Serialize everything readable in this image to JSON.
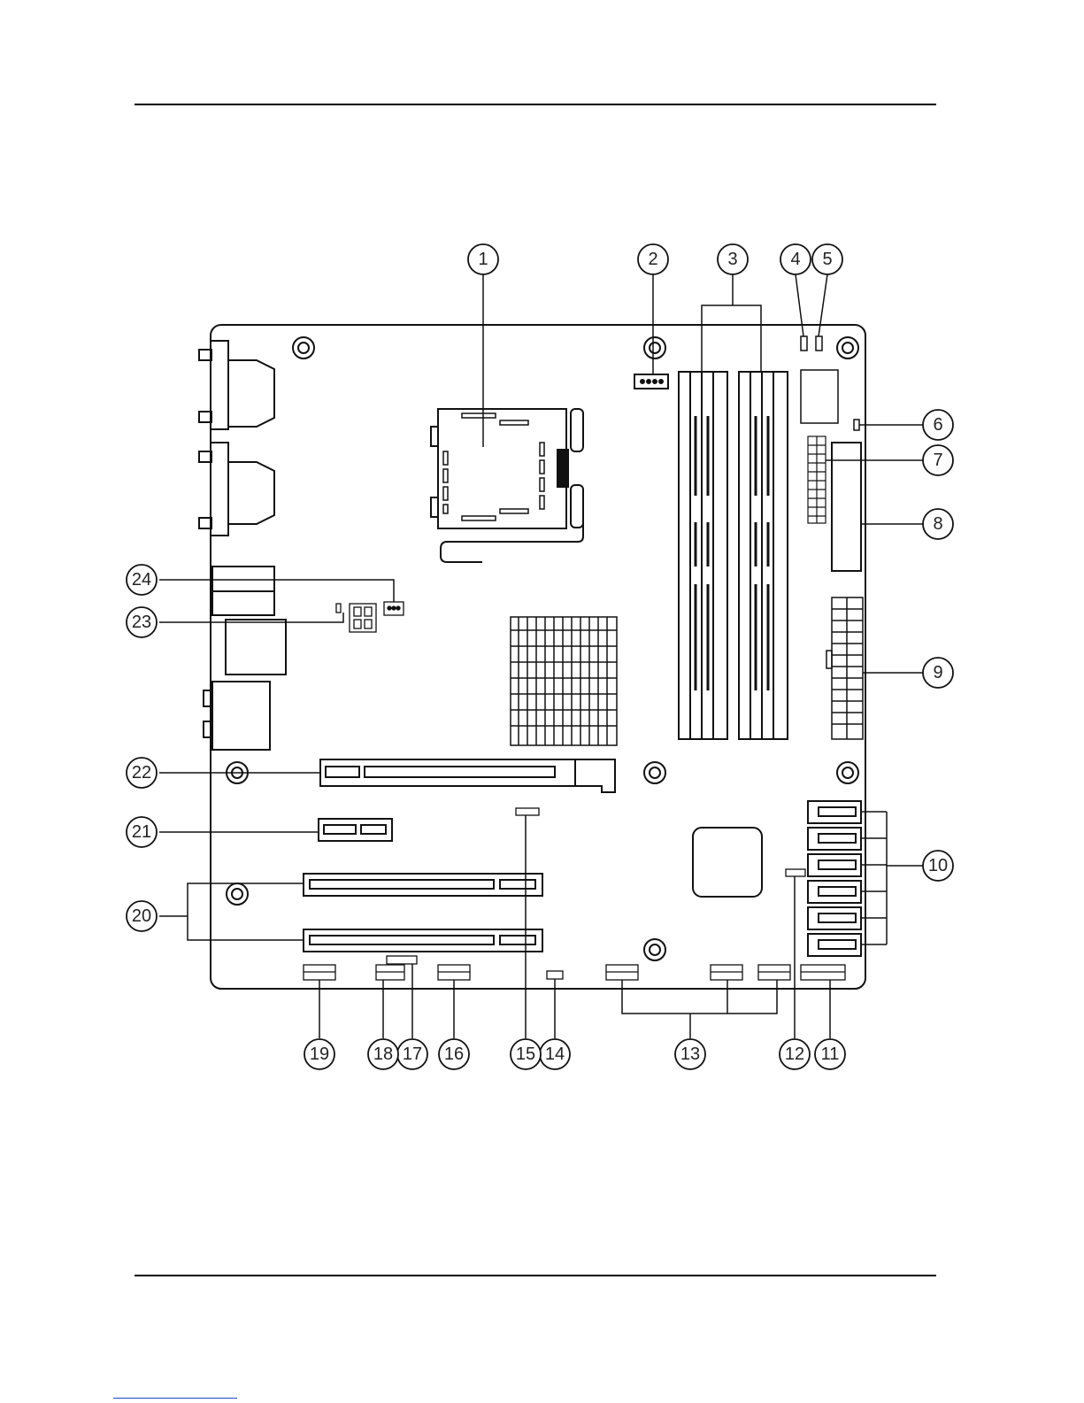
{
  "diagram": {
    "callouts": [
      "1",
      "2",
      "3",
      "4",
      "5",
      "6",
      "7",
      "8",
      "9",
      "10",
      "11",
      "12",
      "13",
      "14",
      "15",
      "16",
      "17",
      "18",
      "19",
      "20",
      "21",
      "22",
      "23",
      "24"
    ]
  },
  "colors": {
    "line": "#111111",
    "fill": "#ffffff",
    "footer_link": "#2244cc"
  }
}
